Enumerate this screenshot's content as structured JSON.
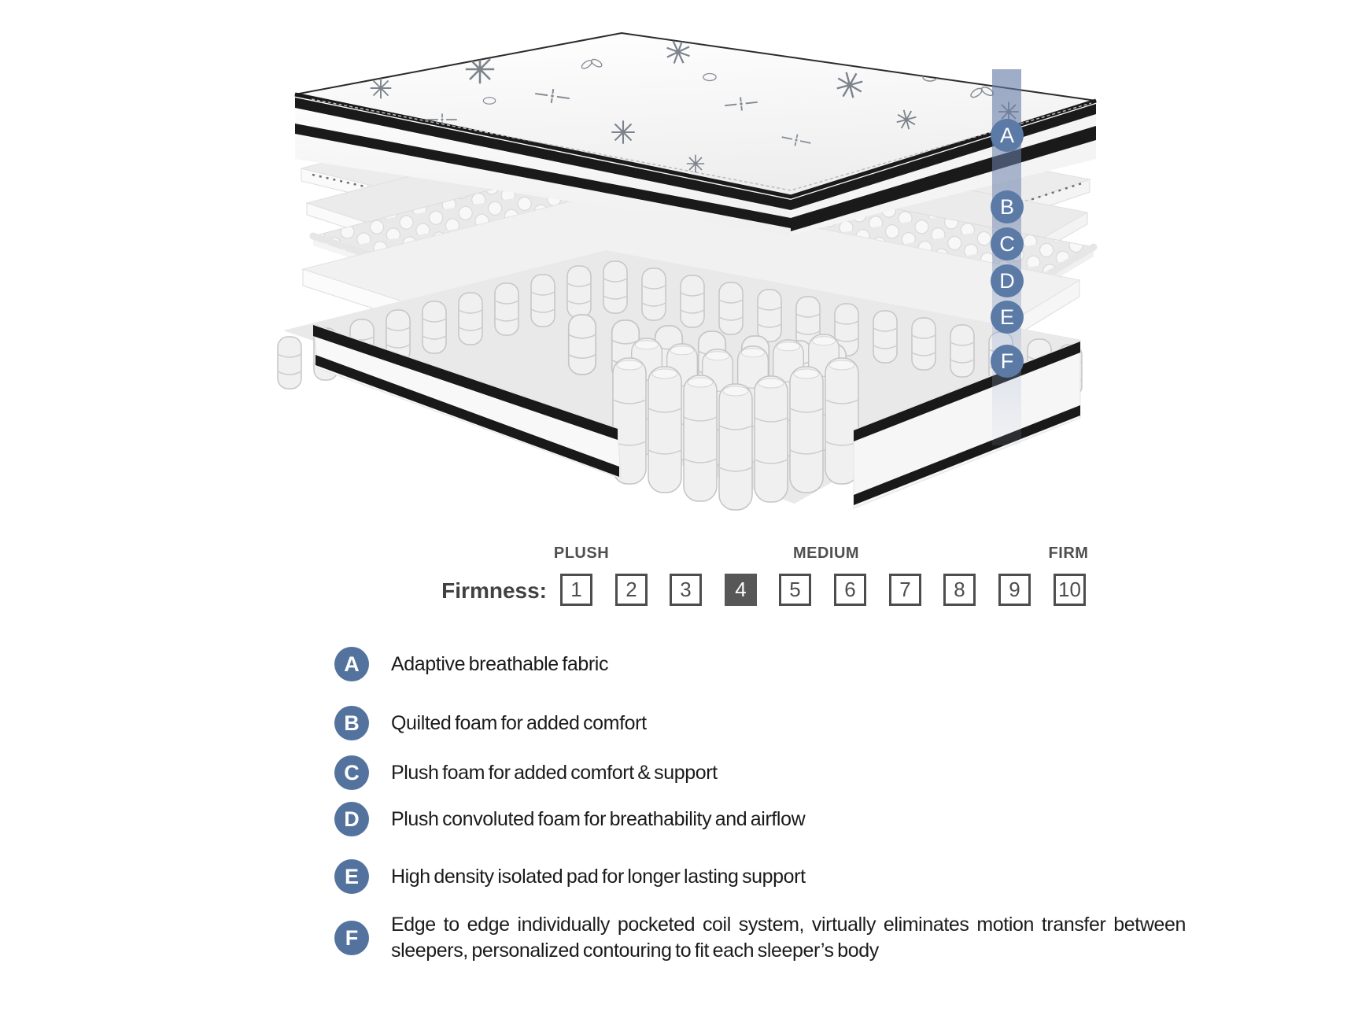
{
  "illustration": {
    "description": "Exploded view of hybrid mattress layers",
    "band": {
      "letters": [
        "A",
        "B",
        "C",
        "D",
        "E",
        "F"
      ],
      "badge_color": "#5b7aa6",
      "band_color": "#6e86ae"
    }
  },
  "firmness": {
    "label": "Firmness:",
    "markers": [
      "PLUSH",
      "MEDIUM",
      "FIRM"
    ],
    "levels": [
      "1",
      "2",
      "3",
      "4",
      "5",
      "6",
      "7",
      "8",
      "9",
      "10"
    ],
    "selected_level": "4",
    "selected_fill": "#575757",
    "box_border_color": "#4d4d4d"
  },
  "legend": {
    "badge_color": "#53739e",
    "items": [
      {
        "letter": "A",
        "text": "Adaptive breathable fabric"
      },
      {
        "letter": "B",
        "text": "Quilted foam for added comfort"
      },
      {
        "letter": "C",
        "text": "Plush foam for added comfort & support"
      },
      {
        "letter": "D",
        "text": "Plush convoluted foam for breathability and airflow"
      },
      {
        "letter": "E",
        "text": "High density isolated pad for longer lasting support"
      },
      {
        "letter": "F",
        "text": "Edge to edge individually pocketed coil system, virtually eliminates motion transfer between sleepers, personalized contouring to fit each sleeper’s body"
      }
    ]
  }
}
